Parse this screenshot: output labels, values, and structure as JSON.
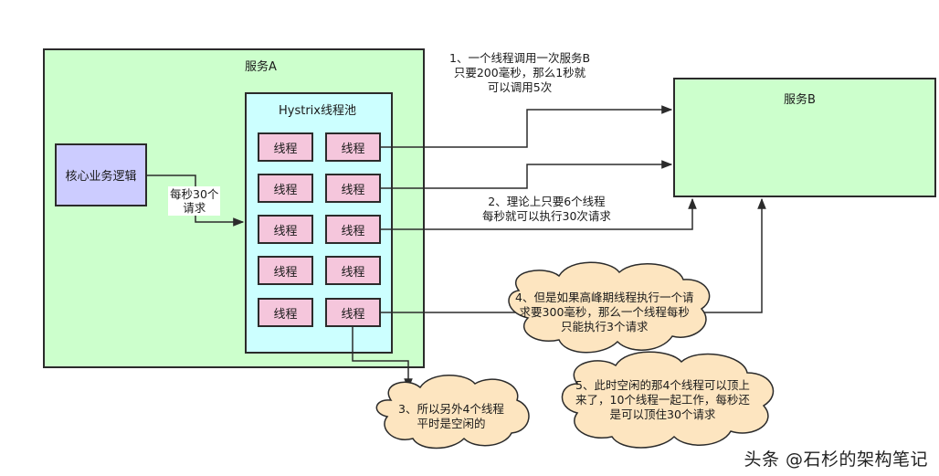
{
  "service_a": {
    "label": "服务A"
  },
  "service_b": {
    "label": "服务B"
  },
  "pool": {
    "label": "Hystrix线程池"
  },
  "core": {
    "label": "核心业务逻辑"
  },
  "thread_label": "线程",
  "request_rate": {
    "line1": "每秒30个",
    "line2": "请求"
  },
  "note1": {
    "line1": "1、一个线程调用一次服务B",
    "line2": "只要200毫秒，那么1秒就",
    "line3": "可以调用5次"
  },
  "note2": {
    "line1": "2、理论上只要6个线程",
    "line2": "每秒就可以执行30次请求"
  },
  "cloud3": {
    "line1": "3、所以另外4个线程",
    "line2": "平时是空闲的"
  },
  "cloud4": {
    "line1": "4、但是如果高峰期线程执行一个请",
    "line2": "求要300毫秒，那么一个线程每秒",
    "line3": "只能执行3个请求"
  },
  "cloud5": {
    "line1": "5、此时空闲的那4个线程可以顶上",
    "line2": "来了，10个线程一起工作，每秒还",
    "line3": "是可以顶住30个请求"
  },
  "watermark": "头条 @石杉的架构笔记",
  "colors": {
    "service": "#ccffcc",
    "pool": "#ccffff",
    "core": "#ccccff",
    "thread": "#f5c6dc",
    "cloud": "#fde5c0"
  }
}
